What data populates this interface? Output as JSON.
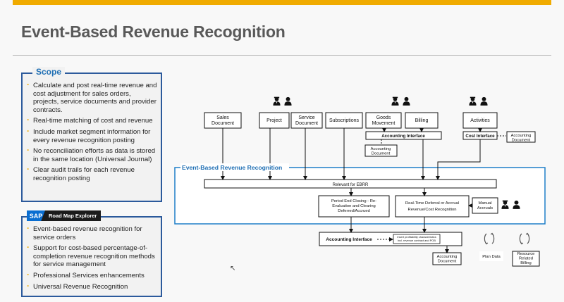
{
  "slide": {
    "title": "Event-Based Revenue Recognition",
    "colors": {
      "accent_bar": "#f0ab00",
      "panel_border": "#2c5a9c",
      "scope_label": "#1f6fb4",
      "region_border": "#1f7fc8"
    }
  },
  "scope": {
    "label": "Scope",
    "bullets": [
      "Calculate and post real-time revenue and cost adjustment for sales orders, projects, service documents and provider contracts.",
      "Real-time matching of cost and revenue",
      "Include market segment information for every revenue recognition posting",
      "No reconciliation efforts as data is stored in the same location (Universal Journal)",
      "Clear audit trails for each revenue recognition posting"
    ]
  },
  "roadmap": {
    "logo": "SAP",
    "title": "Road Map Explorer",
    "bullets": [
      "Event-based revenue recognition for service orders",
      "Support for cost-based percentage-of-completion revenue recognition methods for service management",
      "Professional Services enhancements",
      "Universal Revenue Recognition"
    ]
  },
  "diagram": {
    "sources": {
      "sales_document": [
        "Sales",
        "Document"
      ],
      "project": "Project",
      "service_document": [
        "Service",
        "Document"
      ],
      "subscriptions": "Subscriptions",
      "goods_movement": [
        "Goods",
        "Movement"
      ],
      "billing": "Billing",
      "activities": "Activities"
    },
    "accounting_interface_top": "Accounting Interface",
    "cost_interface": "Cost Interface",
    "accounting_document": [
      "Accounting",
      "Document"
    ],
    "region_title": "Event-Based Revenue Recognition",
    "relevant_for_ebrr": "Relevant for EBRR",
    "period_end": [
      "Period End Closing - Re-",
      "Evaluation and Clearing",
      "Deferred/Accrued"
    ],
    "realtime": [
      "Real-Time Deferral or Accrual",
      "Revenue/Cost Recognition"
    ],
    "manual_accruals": [
      "Manual",
      "Accruals"
    ],
    "accounting_interface_bottom": "Accounting Interface",
    "profitability_note": [
      "Insert profitability characteristics",
      "incl. revenue contract and POB"
    ],
    "plan_data": "Plan Data",
    "resource_billing": [
      "Resource",
      "Related",
      "Billing"
    ],
    "icons": [
      "person-pair-icon",
      "refresh-cycle-icon"
    ]
  }
}
